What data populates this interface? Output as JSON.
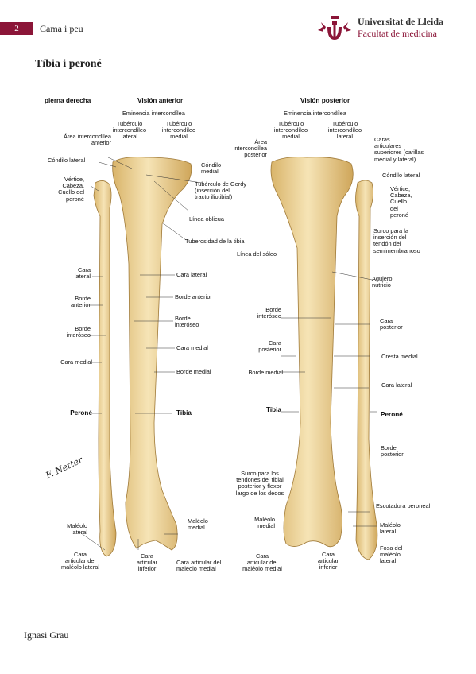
{
  "header": {
    "page_number": "2",
    "section": "Cama i peu",
    "university": "Universitat de Lleida",
    "faculty": "Facultat de medicina"
  },
  "title": "Tíbia i peroné",
  "figure": {
    "leg_side": "pierna derecha",
    "anterior_title": "Visión anterior",
    "posterior_title": "Visión posterior",
    "anterior": {
      "eminencia": "Eminencia intercondílea",
      "tub_lat": "Tubérculo\nintercondíleo\nlateral",
      "tub_med": "Tubérculo\nintercondíleo\nmedial",
      "area_ant": "Área intercondílea\nanterior",
      "condilo_lat": "Cóndilo lateral",
      "condilo_med": "Cóndilo\nmedial",
      "vertice": "Vértice,\nCabeza,\nCuello del\nperoné",
      "gerdy": "Tubérculo de Gerdy\n(inserción del\ntracto iliotibial)",
      "linea_obl": "Línea oblicua",
      "tuberosidad": "Tuberosidad de la tibia",
      "cara_lat_l": "Cara\nlateral",
      "cara_lat_r": "Cara lateral",
      "borde_ant_l": "Borde\nanterior",
      "borde_ant_r": "Borde anterior",
      "borde_int_l": "Borde\ninteróseo",
      "borde_int_r": "Borde\ninteróseo",
      "cara_med_l": "Cara medial",
      "cara_med_r": "Cara medial",
      "borde_med": "Borde medial",
      "perone": "Peroné",
      "tibia": "Tibia",
      "mal_lat": "Maléolo\nlateral",
      "mal_med": "Maléolo\nmedial",
      "cara_art_mal_lat": "Cara\narticular del\nmaléolo lateral",
      "cara_art_inf": "Cara\narticular\ninferior",
      "cara_art_mal_med": "Cara articular del\nmaléolo medial"
    },
    "posterior": {
      "eminencia": "Eminencia intercondílea",
      "tub_med": "Tubérculo\nintercondíleo\nmedial",
      "tub_lat": "Tubérculo\nintercondíleo\nlateral",
      "area_post": "Área\nintercondílea\nposterior",
      "caras_art": "Caras\narticulares\nsuperiores (carillas\nmedial y lateral)",
      "condilo_lat": "Cóndilo lateral",
      "vertice": "Vértice,\nCabeza,\nCuello\ndel\nperoné",
      "surco_semi": "Surco para la\ninserción del\ntendón del\nsemimembranoso",
      "linea_soleo": "Línea del sóleo",
      "agujero": "Agujero\nnutricio",
      "borde_int": "Borde\ninteróseo",
      "cara_post_l": "Cara\nposterior",
      "cara_post_r": "Cara\nposterior",
      "cresta": "Cresta medial",
      "borde_med": "Borde medial",
      "cara_lat": "Cara lateral",
      "tibia": "Tibia",
      "perone": "Peroné",
      "borde_post": "Borde\nposterior",
      "surco_tend": "Surco para los\ntendones del tibial\nposterior y flexor\nlargo de los dedos",
      "escotadura": "Escotadura peroneal",
      "mal_med": "Maléolo\nmedial",
      "mal_lat": "Maléolo\nlateral",
      "fosa": "Fosa del\nmaléolo\nlateral",
      "cara_art_mal_med": "Cara\narticular del\nmaléolo medial",
      "cara_art_inf": "Cara\narticular\ninferior"
    }
  },
  "signature": "F. Netter",
  "footer": {
    "author": "Ignasi Grau"
  },
  "colors": {
    "brand": "#8b1538",
    "bone": "#f0d9a0",
    "bone_dark": "#c9a35c"
  }
}
